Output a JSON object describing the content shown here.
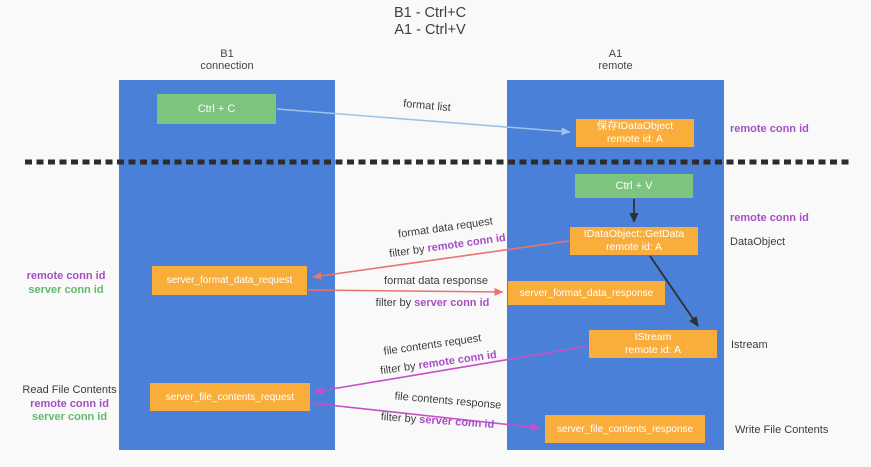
{
  "title": {
    "line1": "B1 - Ctrl+C",
    "line2": "A1 - Ctrl+V"
  },
  "columns": {
    "left": {
      "name": "B1",
      "role": "connection"
    },
    "right": {
      "name": "A1",
      "role": "remote"
    }
  },
  "nodes": {
    "ctrl_c": {
      "label": "Ctrl + C"
    },
    "save_dataobject": {
      "line1": "保存IDataObject",
      "line2": "remote id: A"
    },
    "ctrl_v": {
      "label": "Ctrl + V"
    },
    "getdata": {
      "line1": "IDataObject::GetData",
      "line2": "remote id: A"
    },
    "istream": {
      "line1": "IStream",
      "line2": "remote id: A"
    },
    "format_request": {
      "label": "server_format_data_request"
    },
    "format_response": {
      "label": "server_format_data_response"
    },
    "file_request": {
      "label": "server_file_contents_request"
    },
    "file_response": {
      "label": "server_file_contents_response"
    }
  },
  "flow_labels": {
    "format_list": "format list",
    "format_data_request": "format data request",
    "format_data_request_filter_prefix": "filter by ",
    "format_data_request_filter_key": "remote conn id",
    "format_data_response": "format data response",
    "format_data_response_filter_prefix": "filter by ",
    "format_data_response_filter_key": "server conn id",
    "file_contents_request": "file contents request",
    "file_contents_request_filter_prefix": "filter by ",
    "file_contents_request_filter_key": "remote conn id",
    "file_contents_response": "file contents response",
    "file_contents_response_filter_prefix": "filter by ",
    "file_contents_response_filter_key": "server conn id"
  },
  "side_labels": {
    "left_mid": {
      "remote": "remote conn id",
      "server": "server conn id"
    },
    "left_bottom": {
      "title": "Read File Contents",
      "remote": "remote conn id",
      "server": "server conn id"
    },
    "right_top": "remote conn id",
    "right_ctrl_v": "remote conn id",
    "right_dataobject": "DataObject",
    "right_istream": "Istream",
    "right_write": "Write File Contents"
  },
  "colors": {
    "column_blue": "#4a80d8",
    "box_green": "#7dc47f",
    "box_orange": "#f9ae3c",
    "purple_text": "#a64fc3",
    "green_text": "#5fba6c",
    "magenta_arrow": "#c94ec9",
    "salmon_arrow": "#e8756d",
    "light_blue_arrow": "#9cc3e8",
    "background": "#f9f9f9"
  }
}
